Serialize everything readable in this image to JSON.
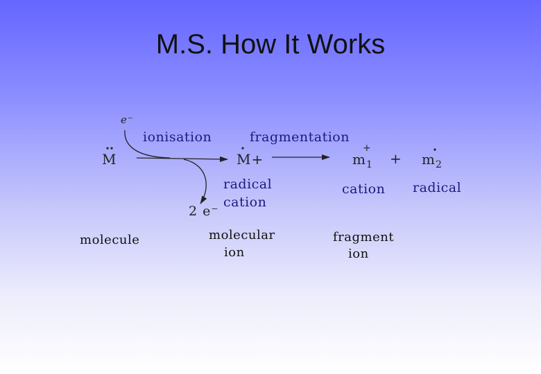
{
  "title": "M.S.  How It Works",
  "diagram": {
    "electron_in": "e⁻",
    "ionisation": "ionisation",
    "fragmentation": "fragmentation",
    "molecule_symbol": "M",
    "molecular_ion_symbol": "M+",
    "fragment_m1_symbol": "m",
    "fragment_m1_sub": "1",
    "fragment_m1_charge": "+",
    "plus": "+",
    "fragment_m2_symbol": "m",
    "fragment_m2_sub": "2",
    "electrons_out": "2 e⁻",
    "radical_cation_line1": "radical",
    "radical_cation_line2": "cation",
    "cation": "cation",
    "radical": "radical",
    "molecule_label": "molecule",
    "molecular_ion_line1": "molecular",
    "molecular_ion_line2": "ion",
    "fragment_ion_line1": "fragment",
    "fragment_ion_line2": "ion"
  }
}
